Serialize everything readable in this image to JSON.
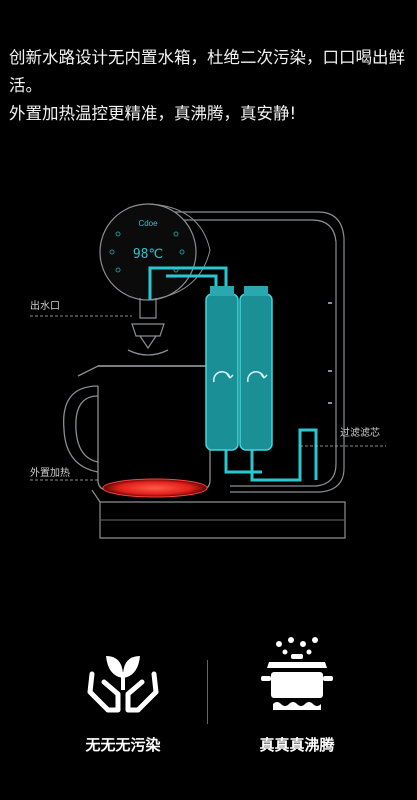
{
  "intro": {
    "line1": "创新水路设计无内置水箱，杜绝二次污染，口口喝出鲜活。",
    "line2": "外置加热温控更精准，真沸腾，真安静!"
  },
  "diagram": {
    "display_brand": "Cdoe",
    "display_temp": "98℃",
    "labels": {
      "outlet": "出水口",
      "heater": "外置加热",
      "filter": "过滤滤芯"
    }
  },
  "features": [
    {
      "caption": "无无无污染",
      "icon": "hands-sprout-icon"
    },
    {
      "caption": "真真真沸腾",
      "icon": "boiling-pot-icon"
    }
  ],
  "colors": {
    "background": "#000000",
    "pipe": "#28c8d0",
    "heater": "#ff2a2a",
    "outline": "#8a8f93"
  }
}
